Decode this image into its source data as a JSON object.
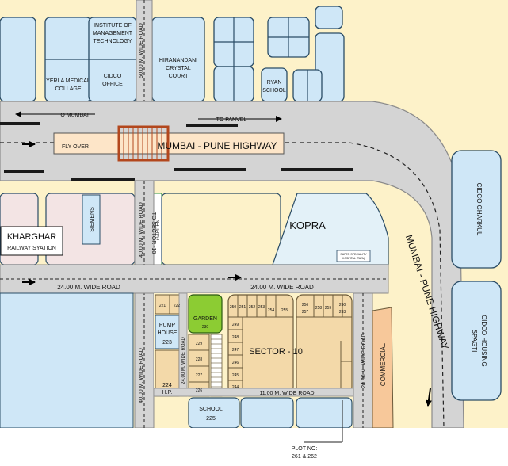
{
  "colors": {
    "land": "#fdf2c9",
    "road": "#d4d4d4",
    "road_edge": "#8a8a8a",
    "blue_block": "#cfe7f7",
    "block_outline": "#2a4c66",
    "plot": "#f3d9a9",
    "plot_outline": "#6b5a3a",
    "pink": "#f3e4e4",
    "green": "#8ccc33",
    "orange": "#f7c89a",
    "flyover": "#fde5c8",
    "flyover_edge": "#b3471d"
  },
  "labels": {
    "institute": [
      "INSTITUTE OF",
      "MANAGEMENT",
      "TECHNOLOGY"
    ],
    "yerla": [
      "YERLA MEDICAL",
      "COLLAGE"
    ],
    "cidco_office": [
      "CIDCO",
      "OFFICE"
    ],
    "hiranandani": [
      "HIRANANDANI",
      "CRYSTAL",
      "COURT"
    ],
    "ryan": [
      "RYAN",
      "SCHOOL"
    ],
    "wide_road_50": "50.00 M. WIDE ROAD",
    "to_mumbai": "TO MUMBAI",
    "to_panvel": "TO PANVEL",
    "fly_over": "FLY OVER",
    "highway_main": "MUMBAI - PUNE HIGHWAY",
    "kharghar": [
      "KHARGHAR",
      "RAILWAY SYATION"
    ],
    "siemens": "SIEMENS",
    "to_sector": "TO SECTOR -10",
    "kopra": "KOPRA",
    "super_hospital": [
      "SUPER SPECIALITY",
      "HOSPITAL (TATA)"
    ],
    "highway_side": "MUMBAI - PUNE HIGHWAY",
    "cidco_gharkul": "CIDCO GHARKUL",
    "spagti": [
      "SPAGTI",
      "CIDCO HOUSING"
    ],
    "wide_road_24_left": "24.00 M. WIDE ROAD",
    "wide_road_24_right": "24.00 M. WIDE ROAD",
    "wide_road_40_top": "40.00 M. WIDE ROAD",
    "wide_road_40_bottom": "40.00 M. WIDE ROAD",
    "wide_road_24_mid": "24.00 M. WIDE ROAD",
    "wide_road_24_east": "24.00 M. WIDE ROAD",
    "wide_road_11": "11.00 M. WIDE ROAD",
    "garden_strip": "GARDEN",
    "pump_house": [
      "PUMP",
      "HOUSE",
      "223"
    ],
    "garden": [
      "GARDEN",
      "230"
    ],
    "sector": "SECTOR - 10",
    "commercial": "COMMERCIAL",
    "school": [
      "SCHOOL",
      "225"
    ],
    "hp": [
      "224",
      "H.P."
    ],
    "plot_no": [
      "PLOT NO:",
      "261 & 262"
    ],
    "plots": [
      "221",
      "222",
      "229",
      "228",
      "227",
      "226",
      "249",
      "248",
      "247",
      "246",
      "245",
      "244",
      "250",
      "251",
      "252",
      "253",
      "254",
      "255",
      "256",
      "257",
      "258",
      "259",
      "260",
      "263"
    ]
  }
}
